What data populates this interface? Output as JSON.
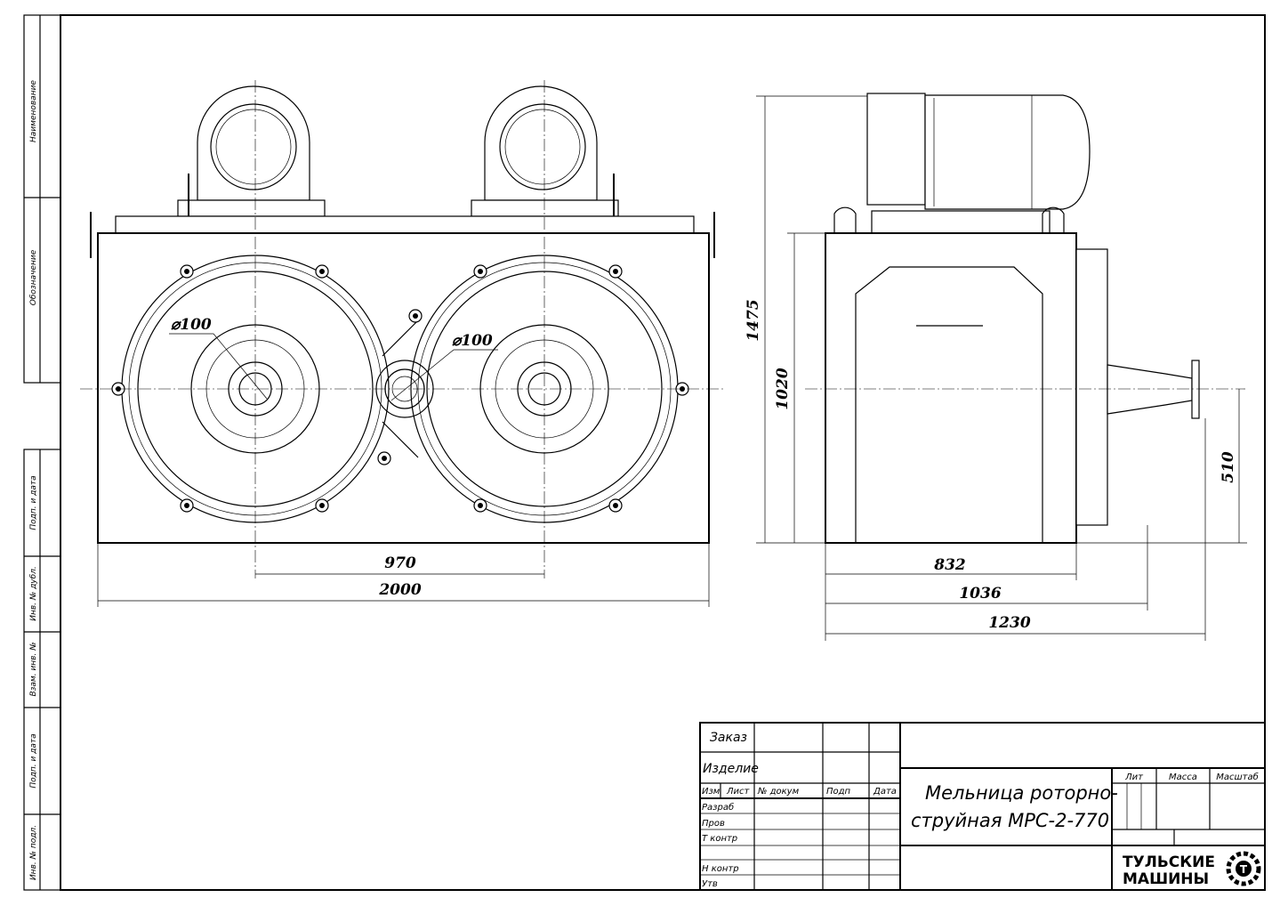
{
  "sidebar_stamp": {
    "naimenovanie": "Наименование",
    "oboznachenie": "Обозначение",
    "podp_data_1": "Подп. и дата",
    "inv_dubl": "Инв. № дубл.",
    "vzam_inv": "Взам. инв. №",
    "podp_data_2": "Подп. и дата",
    "inv_podl": "Инв. № подл."
  },
  "front_view": {
    "dia_left": "⌀100",
    "dia_right": "⌀100",
    "dim_center_distance": "970",
    "dim_total_length": "2000"
  },
  "side_view": {
    "dim_total_height": "1475",
    "dim_body_height": "1020",
    "dim_outlet_height": "510",
    "dim_body_width": "832",
    "dim_width_1036": "1036",
    "dim_total_width": "1230"
  },
  "title_block": {
    "zakaz": "Заказ",
    "izdelie": "Изделие",
    "cols": [
      "Изм",
      "Лист",
      "№ докум",
      "Подп",
      "Дата"
    ],
    "rows": [
      "Разраб",
      "Пров",
      "Т контр",
      "",
      "Н контр",
      "Утв"
    ],
    "title_line1": "Мельница роторно-",
    "title_line2": "струйная МРС-2-770",
    "lit": "Лит",
    "massa": "Масса",
    "masshtab": "Масштаб",
    "logo_line1": "ТУЛЬСКИЕ",
    "logo_line2": "МАШИНЫ"
  }
}
